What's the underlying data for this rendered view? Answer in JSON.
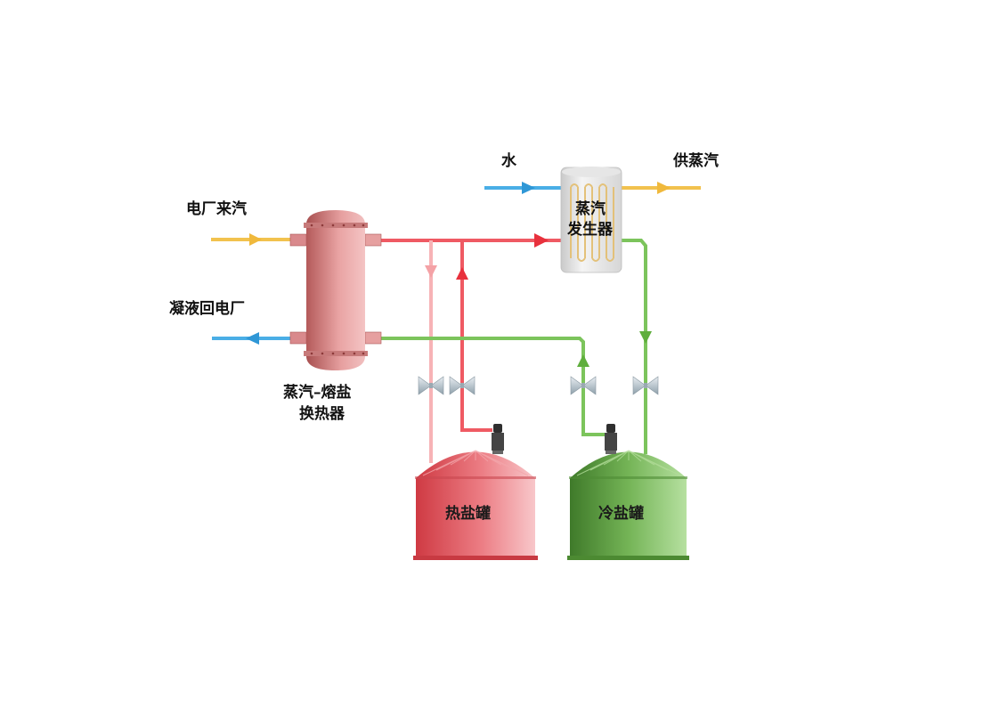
{
  "labels": {
    "plant_steam_in": "电厂来汽",
    "condensate_return": "凝液回电厂",
    "water": "水",
    "steam_supply": "供蒸汽",
    "heat_exchanger_line1": "蒸汽–熔盐",
    "heat_exchanger_line2": "换热器",
    "steam_generator_line1": "蒸汽",
    "steam_generator_line2": "发生器",
    "hot_salt_tank": "热盐罐",
    "cold_salt_tank": "冷盐罐"
  },
  "colors": {
    "steam_pipe": "#f2c24e",
    "water_pipe": "#4aaee6",
    "hot_salt_pipe": "#ef5a63",
    "hot_salt_pipe_light": "#f7b3b6",
    "cold_salt_pipe": "#7cc45c",
    "hot_tank": "#d9474f",
    "cold_tank": "#5a9a3e",
    "exchanger": "#d98a8a"
  },
  "icons": {
    "valve": "gate-valve-icon",
    "pump": "pump-motor-icon",
    "arrow": "flow-arrow-icon"
  }
}
